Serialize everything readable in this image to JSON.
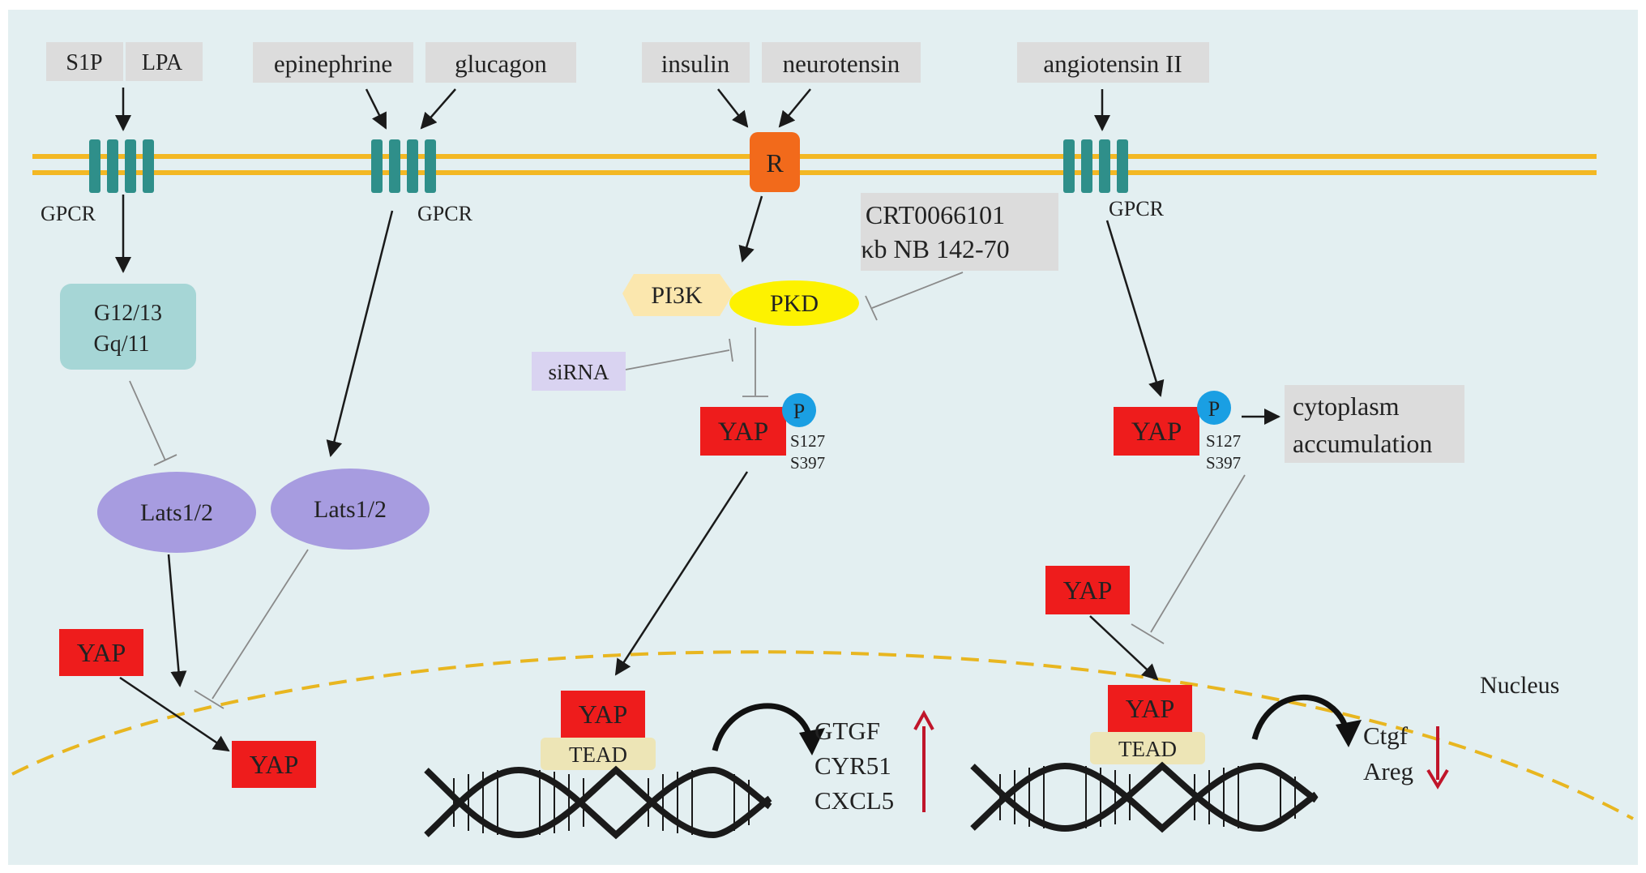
{
  "ligands": {
    "s1p": "S1P",
    "lpa": "LPA",
    "epinephrine": "epinephrine",
    "glucagon": "glucagon",
    "insulin": "insulin",
    "neurotensin": "neurotensin",
    "angiotensin": "angiotensin II"
  },
  "receptors": {
    "gpcr_1": "GPCR",
    "gpcr_2": "GPCR",
    "receptor_r": "R",
    "gpcr_3": "GPCR"
  },
  "pathway": {
    "g_protein_line1": "G12/13",
    "g_protein_line2": "Gq/11",
    "lats_1": "Lats1/2",
    "lats_2": "Lats1/2",
    "pi3k": "PI3K",
    "pkd": "PKD",
    "inhibitor_line1": "CRT0066101",
    "inhibitor_line2": "κb NB 142-70",
    "sirna": "siRNA",
    "phospho": "P",
    "phospho_2": "P",
    "site_s127": "S127",
    "site_s397": "S397",
    "site_s127_b": "S127",
    "site_s397_b": "S397",
    "cytoplasm_line1": "cytoplasm",
    "cytoplasm_line2": "accumulation"
  },
  "yap": {
    "yap_left_cyto": "YAP",
    "yap_left_nuc": "YAP",
    "yap_mid_p": "YAP",
    "yap_mid_nuc": "YAP",
    "yap_right_p": "YAP",
    "yap_right_cyto": "YAP",
    "yap_right_nuc": "YAP"
  },
  "nucleus": {
    "label": "Nucleus",
    "tead_mid": "TEAD",
    "tead_right": "TEAD"
  },
  "genes_up": [
    "GTGF",
    "CYR51",
    "CXCL5"
  ],
  "genes_down": [
    "Ctgf",
    "Areg"
  ],
  "colors": {
    "background": "#e3eff1",
    "membrane": "#f3b824",
    "gpcr": "#2f8f8a",
    "receptor_r": "#f26a1b",
    "label_box": "#dcdcdc",
    "g_protein": "#a6d6d6",
    "lats": "#a79ce0",
    "pi3k": "#fbe7ae",
    "pkd": "#fdf200",
    "sirna": "#d9d3f1",
    "yap": "#ee1c1c",
    "phospho": "#1a9fe3",
    "tead": "#ede5b6",
    "up_arrow": "#c0152a",
    "down_arrow": "#c0152a",
    "nucleus_dash": "#e8b620"
  }
}
